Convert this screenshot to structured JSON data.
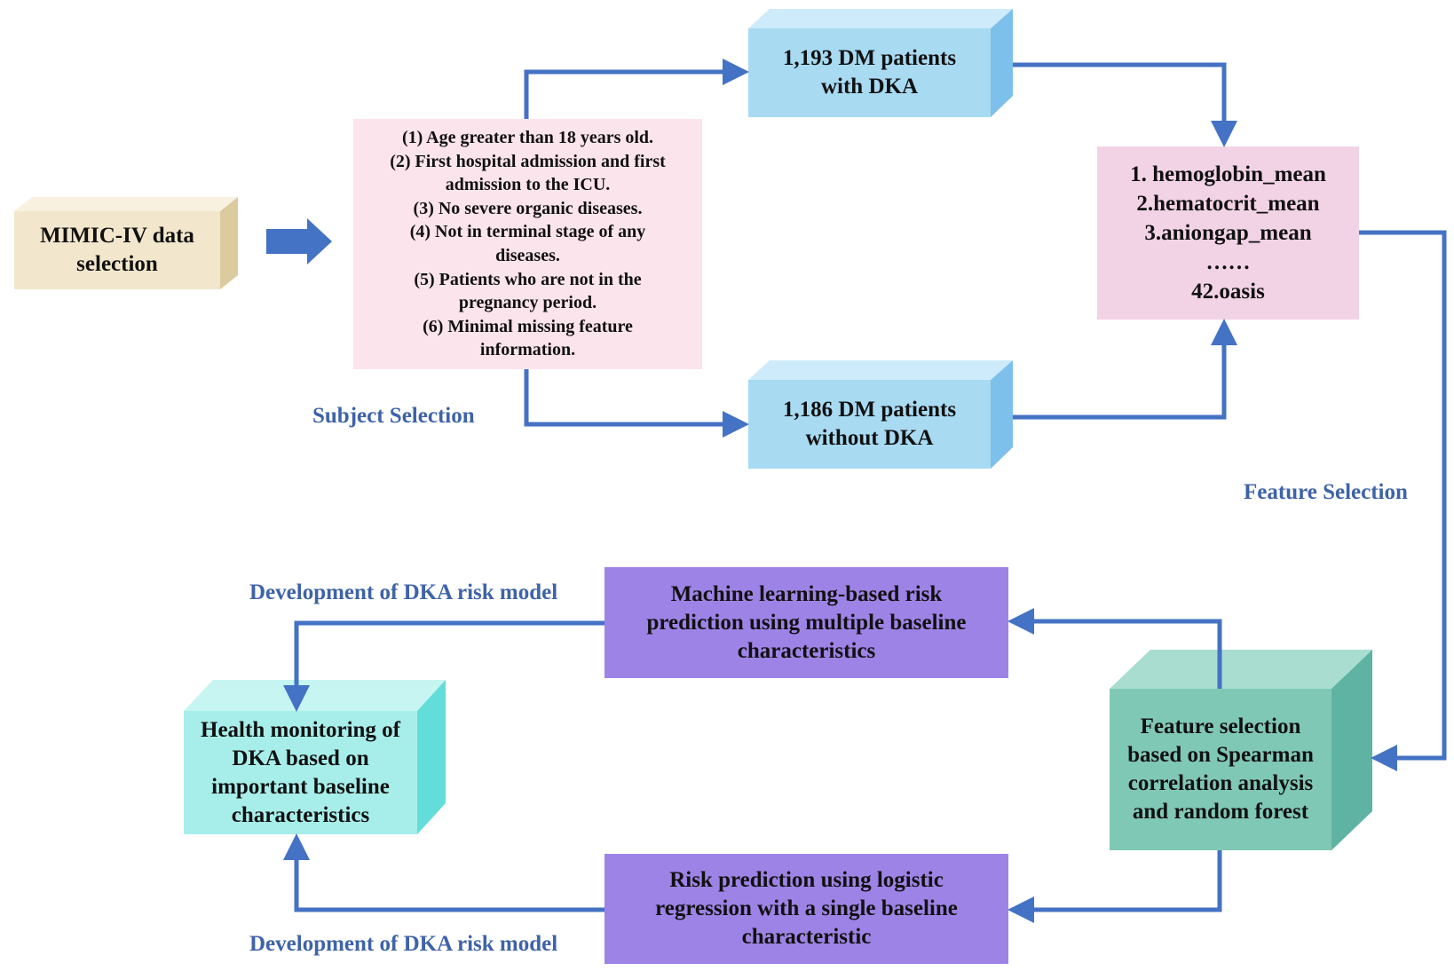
{
  "colors": {
    "arrow": "#4472C4",
    "label": "#3E63A8",
    "beige_front": "#F2E7CC",
    "beige_top": "#F8F1DF",
    "beige_side": "#DCCB9E",
    "pink": "#FCE4EC",
    "blue_front": "#A8DAF2",
    "blue_top": "#CDEBFA",
    "blue_side": "#7EC0EC",
    "feature_box": "#F2D3E6",
    "teal_front": "#80C8B6",
    "teal_top": "#A8DDD0",
    "teal_side": "#5FB3A2",
    "purple": "#9E83E6",
    "cyan_front": "#A7EEEA",
    "cyan_top": "#C6F5F2",
    "cyan_side": "#63DDDA"
  },
  "nodes": {
    "mimic": {
      "lines": [
        "MIMIC-IV data",
        "selection"
      ]
    },
    "criteria": {
      "lines": [
        "(1) Age greater than 18 years old.",
        "(2) First hospital admission and first",
        "admission to the ICU.",
        "(3) No severe organic diseases.",
        "(4) Not in terminal stage of any",
        "diseases.",
        "(5) Patients who are not in the",
        "pregnancy period.",
        "(6) Minimal missing feature",
        "information."
      ]
    },
    "with_dka": {
      "lines": [
        "1,193 DM patients",
        "with DKA"
      ]
    },
    "without_dka": {
      "lines": [
        "1,186 DM patients",
        "without DKA"
      ]
    },
    "features": {
      "lines": [
        "1. hemoglobin_mean",
        "2.hematocrit_mean",
        "3.aniongap_mean",
        "……",
        "42.oasis"
      ]
    },
    "feature_method": {
      "lines": [
        "Feature selection",
        "based on Spearman",
        "correlation analysis",
        "and random forest"
      ]
    },
    "ml_model": {
      "lines": [
        "Machine learning-based risk",
        "prediction using multiple baseline",
        "characteristics"
      ]
    },
    "lr_model": {
      "lines": [
        "Risk prediction using logistic",
        "regression with a single baseline",
        "characteristic"
      ]
    },
    "health": {
      "lines": [
        "Health monitoring of",
        "DKA based on",
        "important baseline",
        "characteristics"
      ]
    }
  },
  "labels": {
    "subject_selection": "Subject Selection",
    "feature_selection": "Feature Selection",
    "dev_top": "Development of DKA risk model",
    "dev_bottom": "Development of DKA risk model"
  }
}
